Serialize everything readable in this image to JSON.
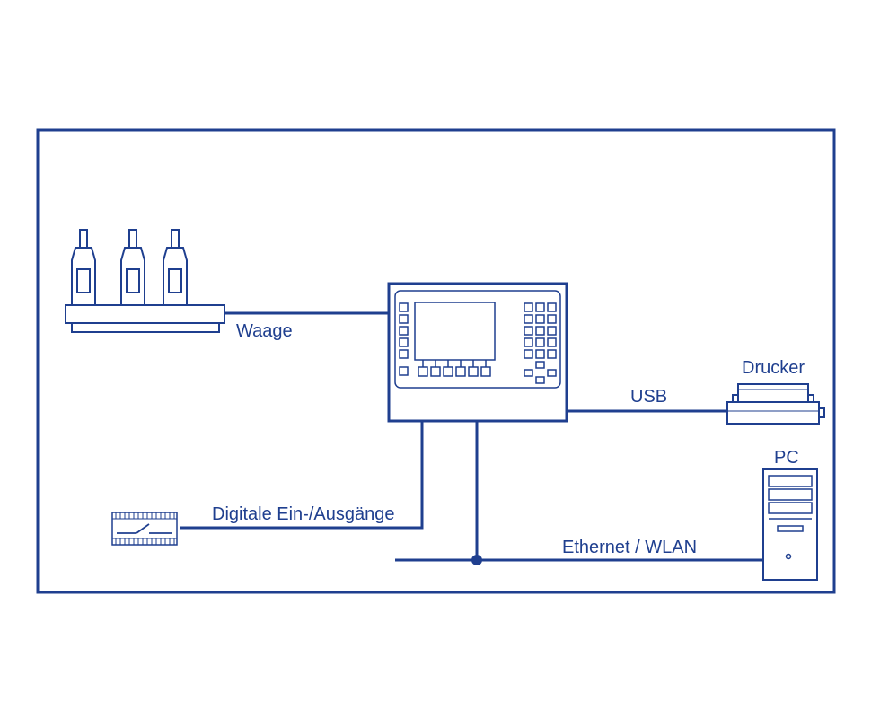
{
  "colors": {
    "stroke": "#1f3f8f",
    "background": "#ffffff",
    "device_fill": "#ffffff"
  },
  "labels": {
    "scale": "Waage",
    "usb": "USB",
    "printer": "Drucker",
    "pc": "PC",
    "digital_io": "Digitale Ein-/Ausgänge",
    "network": "Ethernet / WLAN"
  },
  "icons": {
    "scale": "scale-with-bottles-icon",
    "terminal": "weighing-terminal-icon",
    "printer": "printer-icon",
    "pc": "pc-tower-icon",
    "io_module": "io-module-switch-icon"
  }
}
